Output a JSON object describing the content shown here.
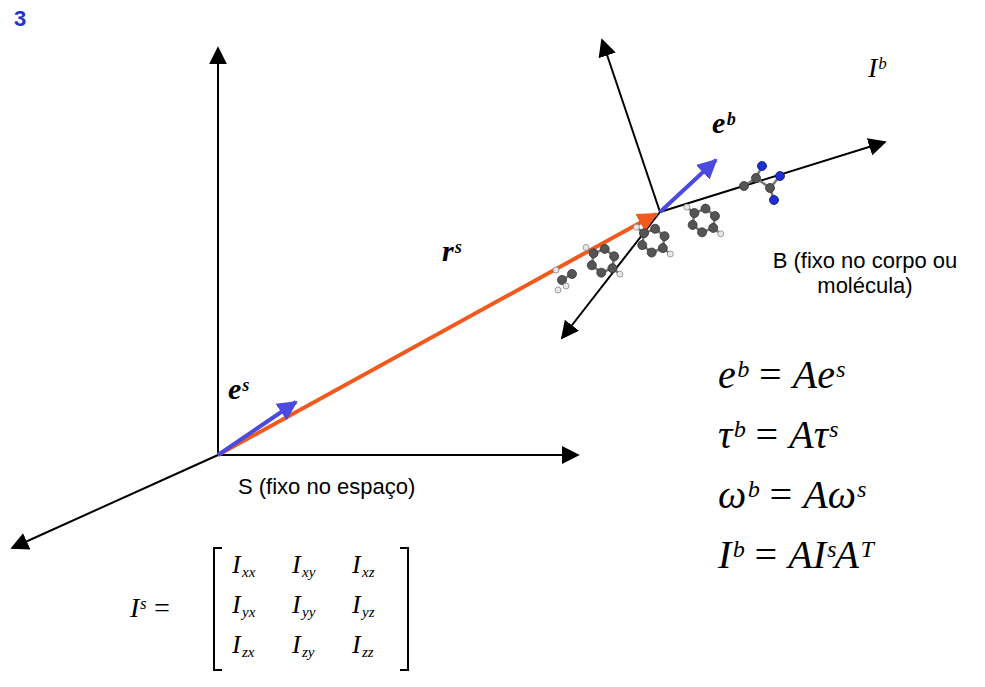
{
  "diagram": {
    "labels": [
      "3",
      "Iᵇ",
      "eᵇ",
      "rˢ",
      "eˢ",
      "B (fixo no corpo ou molécula)",
      "S (fixo no espaço)",
      "eᵇ = Aeˢ",
      "τᵇ = Aτˢ",
      "ωᵇ = Aωˢ",
      "Iᵇ = AIˢAᵀ",
      "Iˢ =",
      "I",
      "xx",
      "I",
      "xy",
      "I",
      "xz",
      "I",
      "yx",
      "I",
      "yy",
      "I",
      "yz",
      "I",
      "zx",
      "I",
      "zy",
      "I",
      "zz"
    ]
  }
}
